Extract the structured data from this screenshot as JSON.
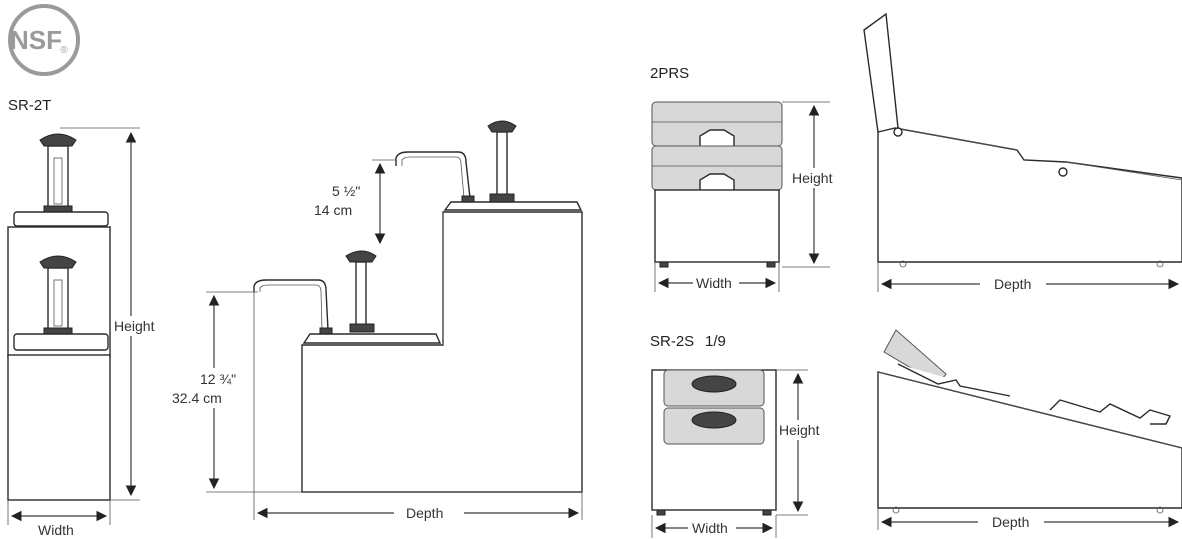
{
  "logo": {
    "text": "NSF",
    "mark": "®"
  },
  "diagrams": {
    "sr2t": {
      "title": "SR-2T",
      "height_label": "Height",
      "width_label": "Width"
    },
    "step": {
      "upper_dim": [
        "5 ½\"",
        "14 cm"
      ],
      "lower_dim": [
        "12 ¾\"",
        "32.4 cm"
      ],
      "depth_label": "Depth"
    },
    "prs2": {
      "title": "2PRS",
      "height_label": "Height",
      "width_label": "Width",
      "depth_label": "Depth"
    },
    "sr2s": {
      "title": "SR-2S",
      "title_suffix": "1/9",
      "height_label": "Height",
      "width_label": "Width",
      "depth_label": "Depth"
    }
  }
}
